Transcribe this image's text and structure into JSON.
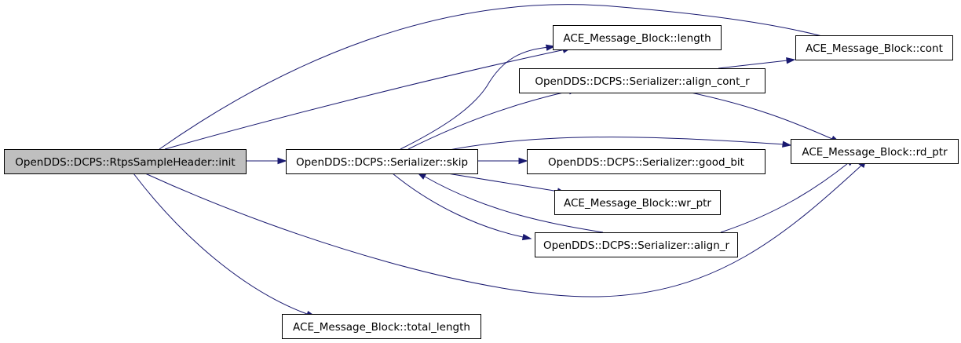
{
  "graph": {
    "type": "call-graph",
    "nodes": [
      {
        "id": "init",
        "label": "OpenDDS::DCPS::RtpsSampleHeader::init",
        "highlighted": true
      },
      {
        "id": "skip",
        "label": "OpenDDS::DCPS::Serializer::skip",
        "highlighted": false
      },
      {
        "id": "length",
        "label": "ACE_Message_Block::length",
        "highlighted": false
      },
      {
        "id": "cont",
        "label": "ACE_Message_Block::cont",
        "highlighted": false
      },
      {
        "id": "align_cont_r",
        "label": "OpenDDS::DCPS::Serializer::align_cont_r",
        "highlighted": false
      },
      {
        "id": "rd_ptr",
        "label": "ACE_Message_Block::rd_ptr",
        "highlighted": false
      },
      {
        "id": "good_bit",
        "label": "OpenDDS::DCPS::Serializer::good_bit",
        "highlighted": false
      },
      {
        "id": "wr_ptr",
        "label": "ACE_Message_Block::wr_ptr",
        "highlighted": false
      },
      {
        "id": "align_r",
        "label": "OpenDDS::DCPS::Serializer::align_r",
        "highlighted": false
      },
      {
        "id": "total_length",
        "label": "ACE_Message_Block::total_length",
        "highlighted": false
      }
    ],
    "edges": [
      {
        "from": "init",
        "to": "cont"
      },
      {
        "from": "init",
        "to": "length"
      },
      {
        "from": "init",
        "to": "skip"
      },
      {
        "from": "init",
        "to": "rd_ptr"
      },
      {
        "from": "init",
        "to": "total_length"
      },
      {
        "from": "skip",
        "to": "length"
      },
      {
        "from": "skip",
        "to": "align_cont_r"
      },
      {
        "from": "skip",
        "to": "rd_ptr"
      },
      {
        "from": "skip",
        "to": "good_bit"
      },
      {
        "from": "skip",
        "to": "wr_ptr"
      },
      {
        "from": "skip",
        "to": "align_r"
      },
      {
        "from": "align_cont_r",
        "to": "cont"
      },
      {
        "from": "align_cont_r",
        "to": "rd_ptr"
      },
      {
        "from": "align_r",
        "to": "skip"
      },
      {
        "from": "align_r",
        "to": "rd_ptr"
      }
    ],
    "colors": {
      "edge": "#191970",
      "highlighted_node_fill": "#bfbfbf",
      "node_fill": "#ffffff",
      "node_border": "#000000"
    }
  }
}
